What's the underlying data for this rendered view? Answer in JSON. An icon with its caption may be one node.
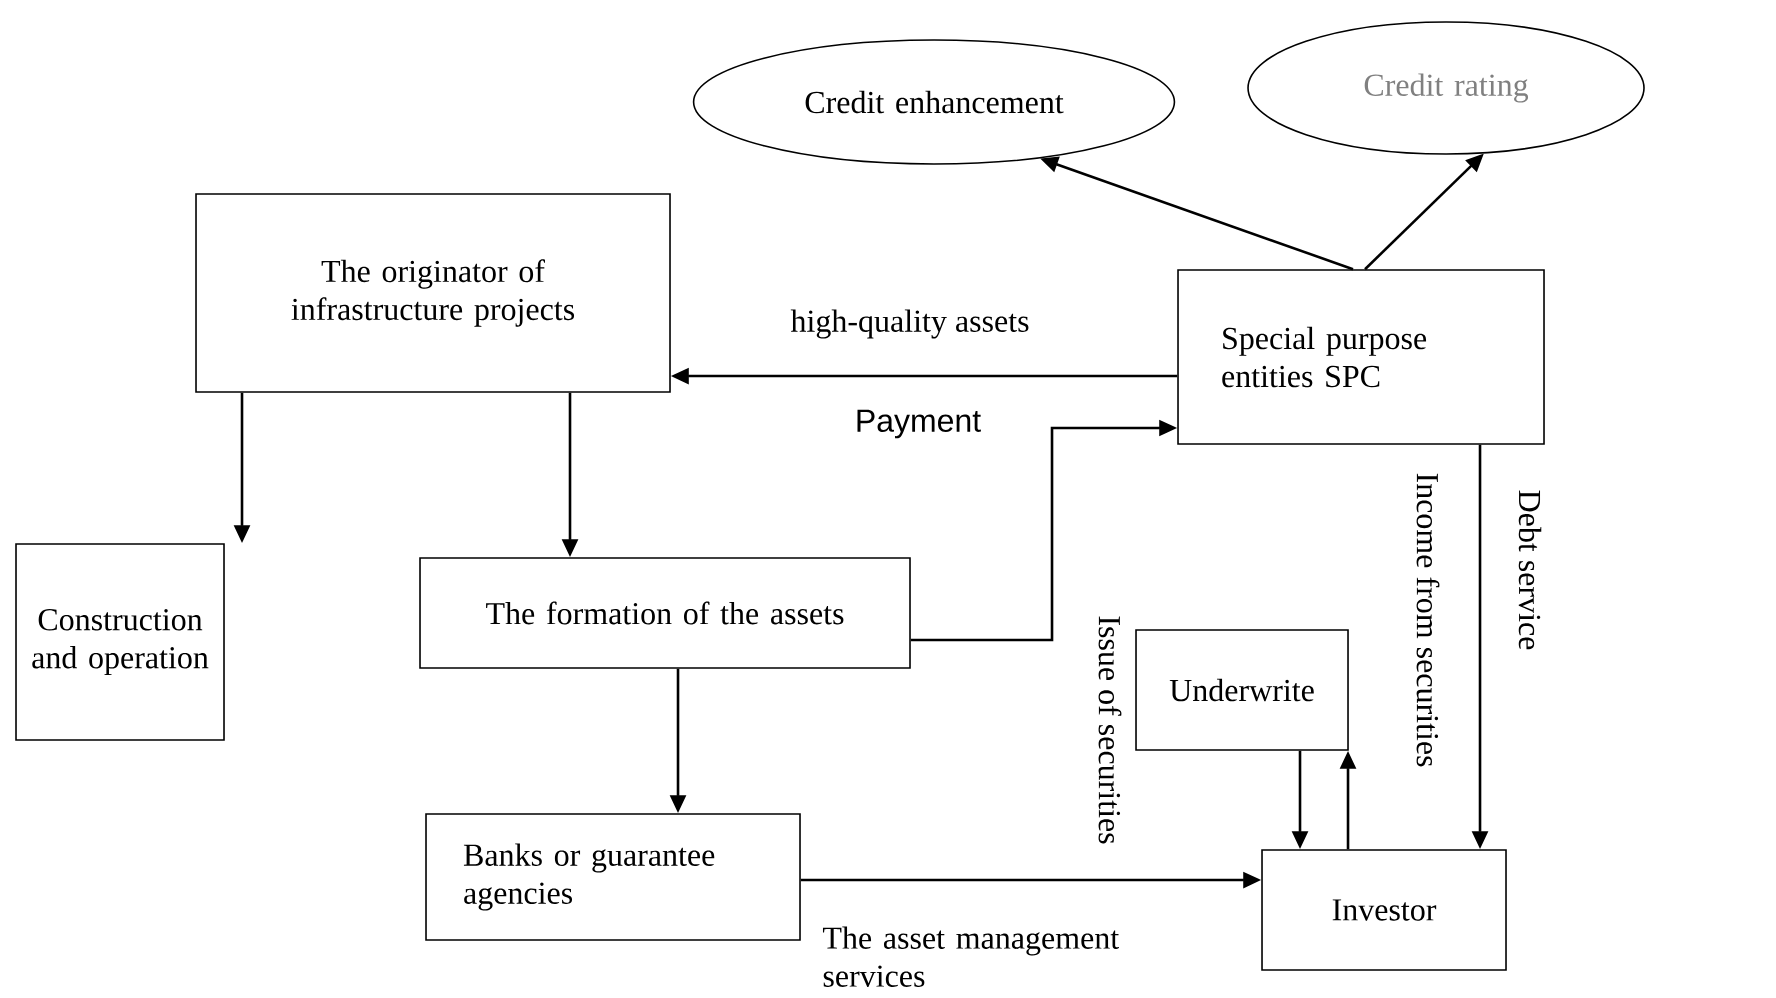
{
  "diagram": {
    "nodes": [
      {
        "text": [
          "Credit enhancement"
        ]
      },
      {
        "text": [
          "Credit rating"
        ]
      },
      {
        "text": [
          "The originator of infrastructure projects"
        ]
      },
      {
        "text": [
          "Special purpose entities SPC"
        ]
      },
      {
        "text": [
          "Construction and operation"
        ]
      },
      {
        "text": [
          "The formation of the assets"
        ]
      },
      {
        "text": [
          "Underwrite"
        ]
      },
      {
        "text": [
          "Banks or guarantee agencies"
        ]
      },
      {
        "text": [
          "Investor"
        ]
      }
    ],
    "edges": [
      {
        "from": 3,
        "to": 0,
        "arrow": "to"
      },
      {
        "from": 3,
        "to": 1,
        "arrow": "to"
      },
      {
        "from": 3,
        "to": 2,
        "arrow": "to",
        "label": "high-quality assets"
      },
      {
        "from": 2,
        "to": 4,
        "arrow": "to"
      },
      {
        "from": 2,
        "to": 5,
        "arrow": "to"
      },
      {
        "from": 5,
        "to": 3,
        "arrow": "to",
        "label": "Payment"
      },
      {
        "from": 5,
        "to": 7,
        "arrow": "to"
      },
      {
        "from": 7,
        "to": 8,
        "arrow": "to",
        "label": "The asset management services"
      },
      {
        "from": 6,
        "to": 8,
        "arrow": "to"
      },
      {
        "from": 8,
        "to": 6,
        "arrow": "to"
      },
      {
        "from": 3,
        "to": 8,
        "arrow": "to",
        "label": "Debt service"
      }
    ],
    "labels": [
      "Issue of securities",
      "Income from securities"
    ]
  }
}
